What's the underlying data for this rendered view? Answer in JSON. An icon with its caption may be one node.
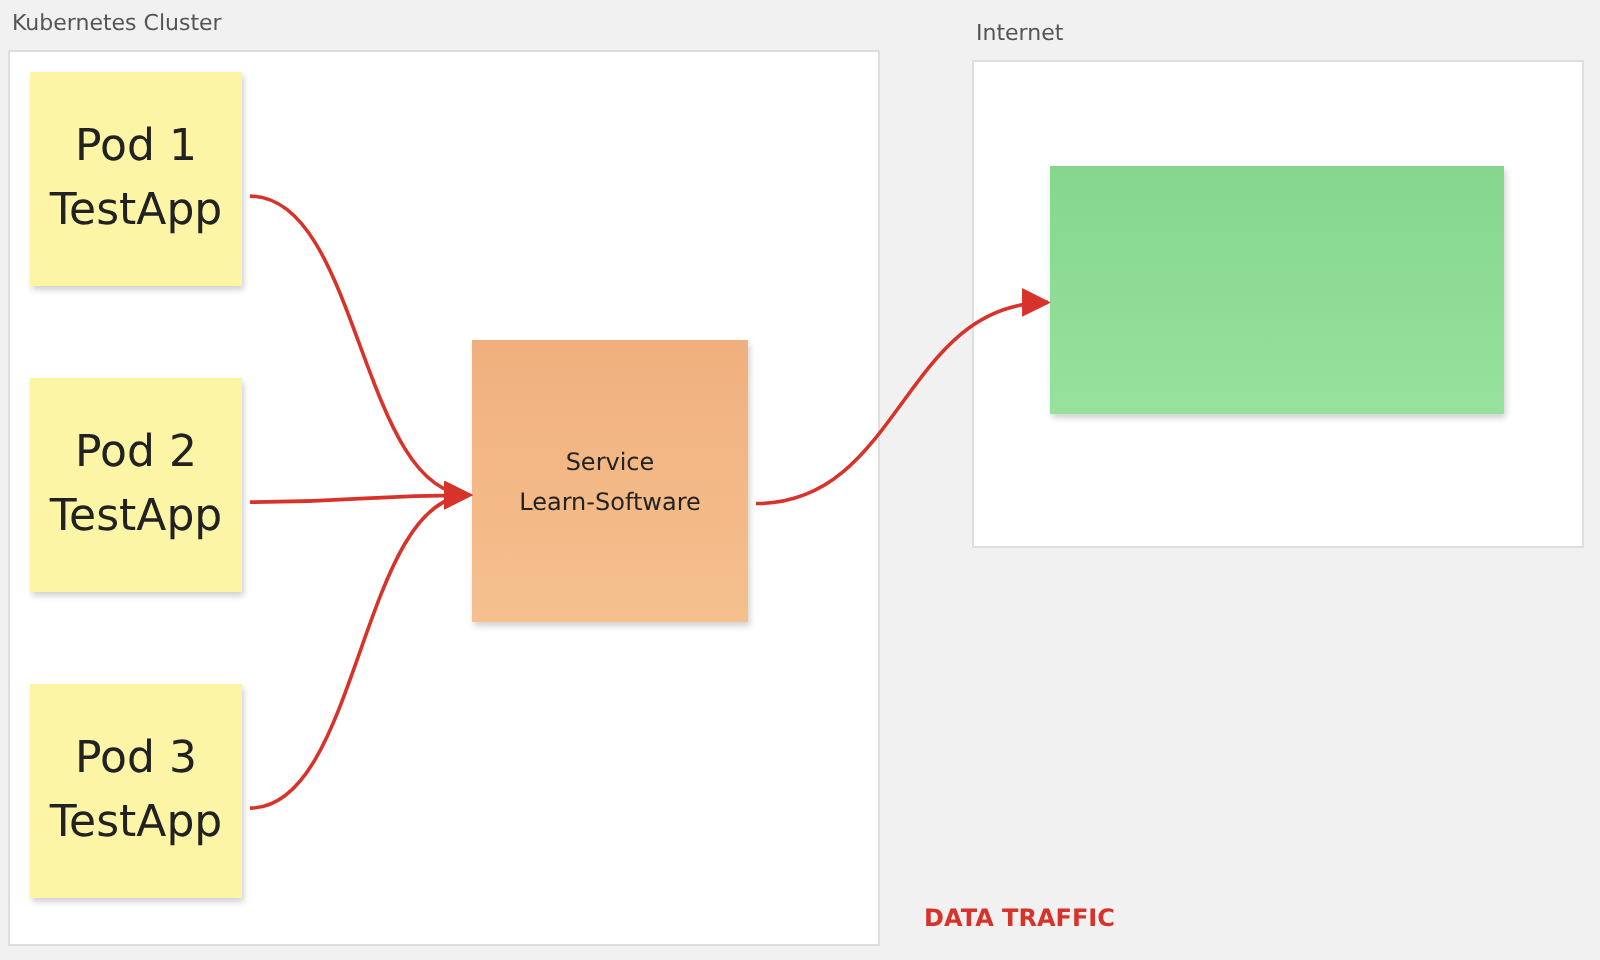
{
  "diagram": {
    "nodes": [
      {
        "text": [
          "Kubernetes Cluster"
        ]
      },
      {
        "text": [
          "Pod 1 TestApp"
        ],
        "in": 0
      },
      {
        "text": [
          "Pod 2 TestApp"
        ],
        "in": 0
      },
      {
        "text": [
          "Pod 3 TestApp"
        ],
        "in": 0
      },
      {
        "text": [
          "Service Learn-Software"
        ],
        "in": 0
      },
      {
        "text": [
          "Internet"
        ]
      },
      {
        "text": [],
        "shape": "box",
        "in": 5
      }
    ],
    "edges": [
      {
        "from": 1,
        "to": 4,
        "arrow": "to"
      },
      {
        "from": 2,
        "to": 4,
        "arrow": "to"
      },
      {
        "from": 3,
        "to": 4,
        "arrow": "to"
      },
      {
        "from": 4,
        "to": 6,
        "arrow": "to"
      }
    ],
    "labels": [
      "DATA TRAFFIC"
    ]
  }
}
